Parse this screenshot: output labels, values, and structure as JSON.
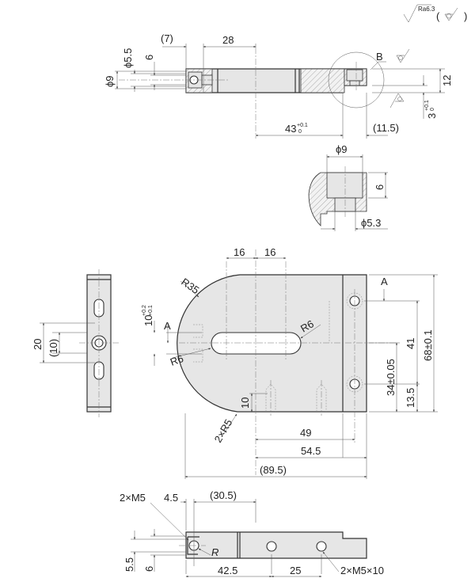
{
  "surface_symbol": {
    "roughness": "Ra6.3",
    "paren_open": "(",
    "paren_close": ")"
  },
  "top_view": {
    "d7": "(7)",
    "d28": "28",
    "phi55": "ϕ5.5",
    "d6": "6",
    "phi9": "ϕ9",
    "label_b": "B",
    "d12": "12",
    "d3": "3",
    "d3_tol_upper": "+0.1",
    "d3_tol_lower": "0",
    "d43": "43",
    "d43_tol_upper": "+0.1",
    "d43_tol_lower": "0",
    "d115": "(11.5)"
  },
  "detail_b": {
    "phi9": "ϕ9",
    "d6": "6",
    "phi53": "ϕ5.3"
  },
  "side_view": {
    "d20": "20",
    "d10": "(10)"
  },
  "front_view": {
    "d16a": "16",
    "d16b": "16",
    "r35": "R35",
    "d10tol": "10",
    "d10_tol_upper": "+0.2",
    "d10_tol_lower": "+0.1",
    "label_a_left": "A",
    "label_a_right": "A",
    "r6_right": "R6",
    "r6_left": "R6",
    "d41": "41",
    "d68": "68±0.1",
    "d34": "34±0.05",
    "d135": "13.5",
    "d10": "10",
    "r5": "2×R5",
    "d49": "49",
    "d545": "54.5",
    "d895": "(89.5)"
  },
  "bottom_view": {
    "m5": "2×M5",
    "d45": "4.5",
    "d305": "(30.5)",
    "r": "R",
    "d55": "5.5",
    "d6": "6",
    "d425": "42.5",
    "d25": "25",
    "m5x10": "2×M5×10"
  }
}
